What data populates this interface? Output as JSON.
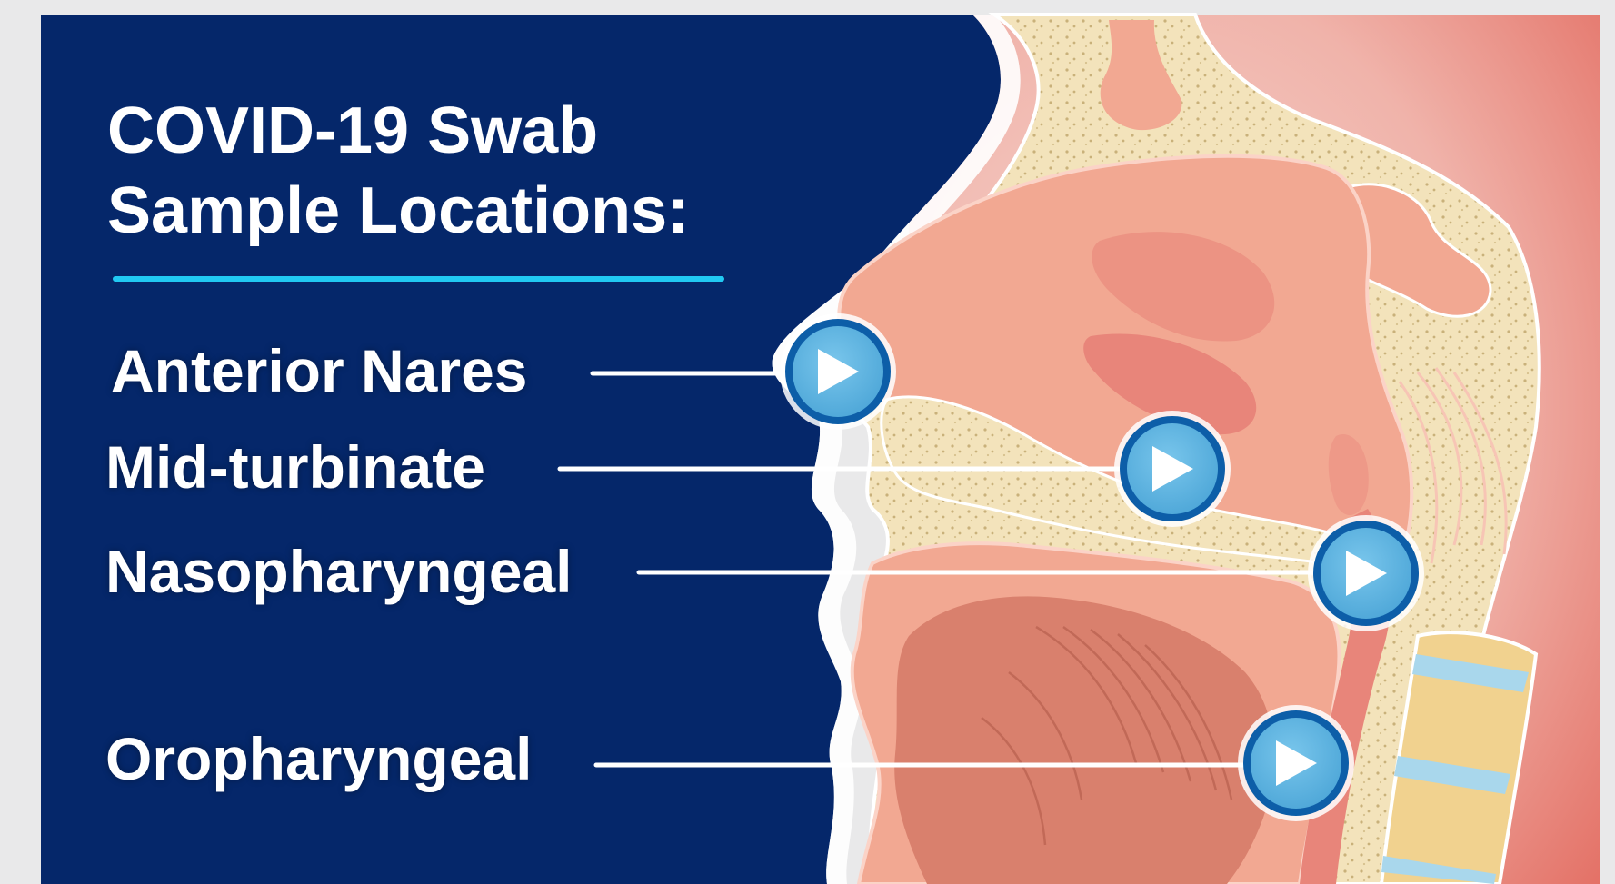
{
  "title": {
    "line1": "COVID-19 Swab",
    "line2": "Sample Locations:"
  },
  "locations": [
    {
      "label": "Anterior Nares"
    },
    {
      "label": "Mid-turbinate"
    },
    {
      "label": "Nasopharyngeal"
    },
    {
      "label": "Oropharyngeal"
    }
  ],
  "colors": {
    "panel_navy": "#05276a",
    "accent_cyan": "#21c9f2",
    "marker_blue": "#5ab2dd",
    "marker_ring": "#0d5ea8",
    "bone_cream": "#f3e3bb",
    "tissue_pink": "#f2a892",
    "tissue_dark": "#e58473",
    "background_red": "#e57a6f"
  },
  "icons": [
    "arrow-right-icon"
  ]
}
